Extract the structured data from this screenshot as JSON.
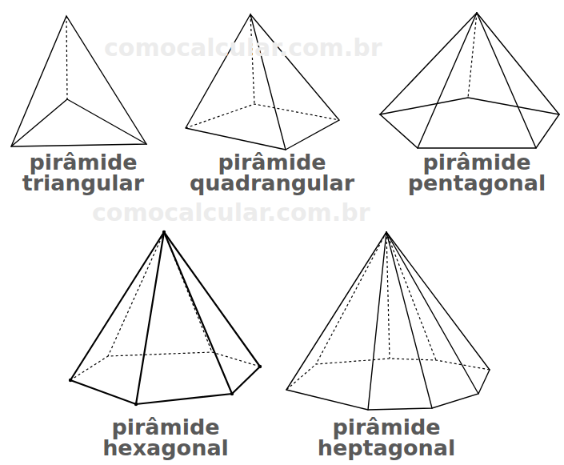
{
  "diagram": {
    "labels": [
      "comocalcular.com.br",
      "pirâmide triangular",
      "pirâmide quadrangular",
      "pirâmide pentagonal",
      "comocalcular.com.br",
      "pirâmide hexagonal",
      "pirâmide heptagonal"
    ]
  }
}
